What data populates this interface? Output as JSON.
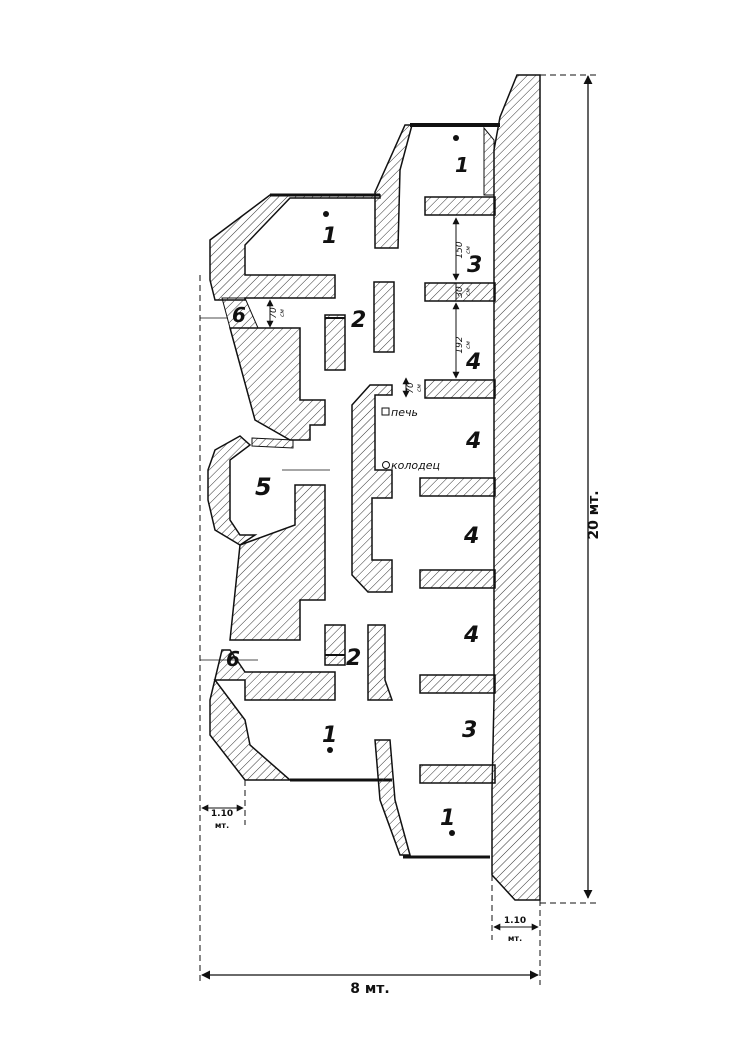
{
  "rooms": {
    "r1_top_right": "1",
    "r1_top_left": "1",
    "r1_bottom_left": "1",
    "r1_bottom_right": "1",
    "r2_top": "2",
    "r2_bottom": "2",
    "r3_top": "3",
    "r3_bottom": "3",
    "r4_a": "4",
    "r4_b": "4",
    "r4_c": "4",
    "r4_d": "4",
    "r5": "5",
    "r6_top": "6",
    "r6_bottom": "6"
  },
  "annotations": {
    "stove": "печь",
    "well": "колодец"
  },
  "dimensions": {
    "room3_height": "150",
    "room3_height_unit": "см",
    "wall_thickness": "30",
    "wall_thickness_unit": "см",
    "room4_height": "192",
    "room4_height_unit": "см",
    "door_width": "70",
    "door_width_unit": "см",
    "room6_door": "70",
    "room6_door_unit": "см",
    "total_length": "20 мт.",
    "total_width": "8 мт.",
    "left_wall_value": "1.10",
    "left_wall_unit": "мт.",
    "right_wall_value": "1.10",
    "right_wall_unit": "мт."
  }
}
